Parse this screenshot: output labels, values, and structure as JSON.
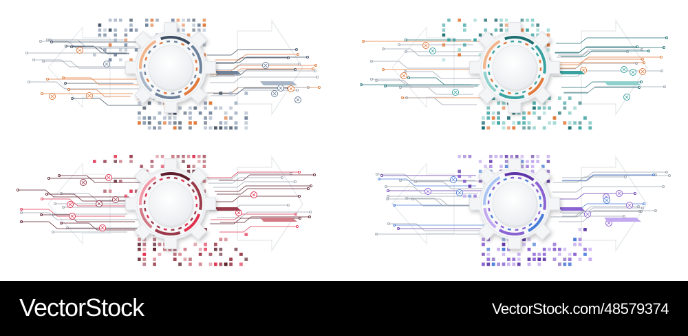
{
  "footer": {
    "brand": "VectorStock",
    "stock_id": "VectorStock.com/48579374"
  },
  "panels": [
    {
      "name": "blue-gray",
      "dark": "#3f4f63",
      "mid": "#6f829b",
      "light": "#a9b6c7",
      "accent": "#e07a3c",
      "accent_light": "#f2b48a"
    },
    {
      "name": "teal",
      "dark": "#1e6f72",
      "mid": "#3aa3a1",
      "light": "#8fd1cc",
      "accent": "#e07a3c",
      "accent_light": "#f2b48a"
    },
    {
      "name": "maroon",
      "dark": "#5c1f2b",
      "mid": "#9a3a4a",
      "light": "#d17b86",
      "accent": "#e0314f",
      "accent_light": "#f39aa8"
    },
    {
      "name": "purple",
      "dark": "#5f37a8",
      "mid": "#8a63d2",
      "light": "#c3a9ef",
      "accent": "#4a7bd8",
      "accent_light": "#a9c3f2"
    }
  ]
}
